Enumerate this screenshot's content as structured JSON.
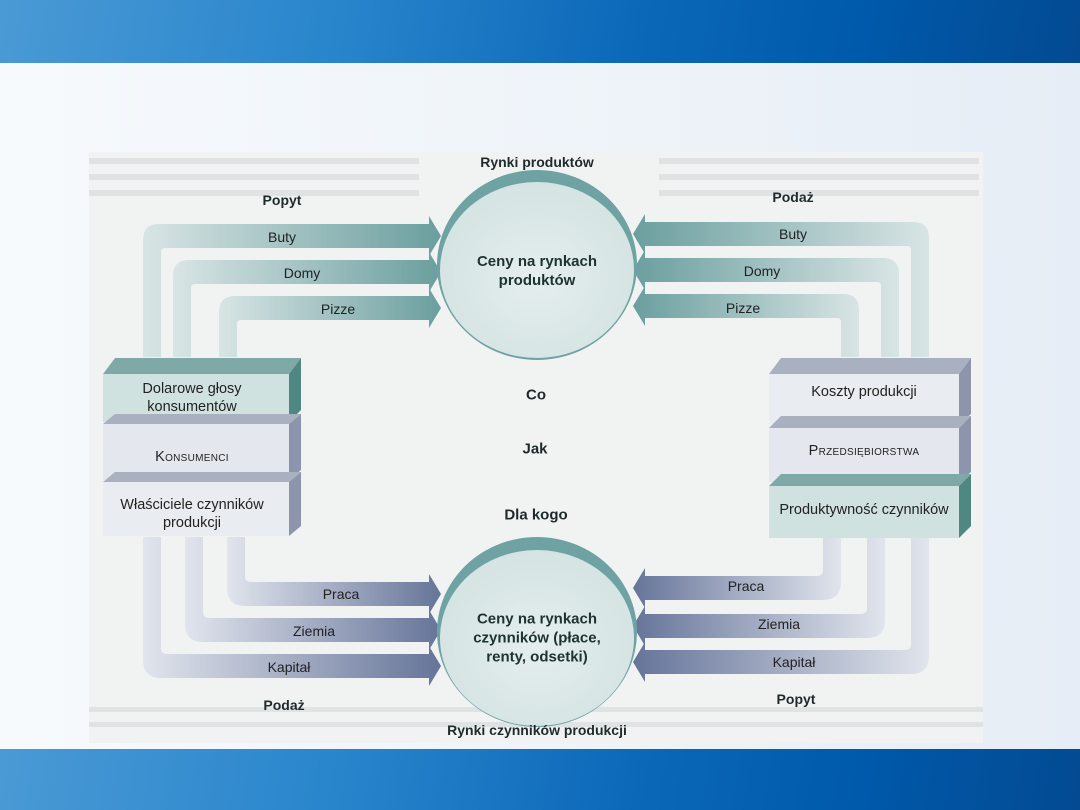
{
  "slide": {
    "colors": {
      "header_bar": "#0a67b8",
      "product_arrow": "#5f9a9a",
      "factor_arrow": "#5e6f96",
      "circle_fill": "#dfeaea",
      "circle_rim": "#6fa3a3",
      "teal_box": "#cfe2df",
      "grey_box": "#e4e8ee"
    }
  },
  "diagram": {
    "product_market": {
      "title": "Rynki produktów",
      "circle_text": "Ceny na rynkach produktów",
      "demand_label": "Popyt",
      "supply_label": "Podaż",
      "demand_arrows": [
        "Buty",
        "Domy",
        "Pizze"
      ],
      "supply_arrows": [
        "Buty",
        "Domy",
        "Pizze"
      ]
    },
    "factor_market": {
      "title": "Rynki czynników produkcji",
      "circle_text": "Ceny na rynkach czynników (płace, renty, odsetki)",
      "supply_label": "Podaż",
      "demand_label": "Popyt",
      "supply_arrows": [
        "Praca",
        "Ziemia",
        "Kapitał"
      ],
      "demand_arrows": [
        "Praca",
        "Ziemia",
        "Kapitał"
      ]
    },
    "questions": [
      "Co",
      "Jak",
      "Dla kogo"
    ],
    "consumers_stack": {
      "top": "Dolarowe głosy konsumentów",
      "middle": "Konsumenci",
      "bottom": "Właściciele czynników produkcji"
    },
    "firms_stack": {
      "top": "Koszty produkcji",
      "middle": "Przedsiębiorstwa",
      "bottom": "Produktywność czynników"
    }
  }
}
